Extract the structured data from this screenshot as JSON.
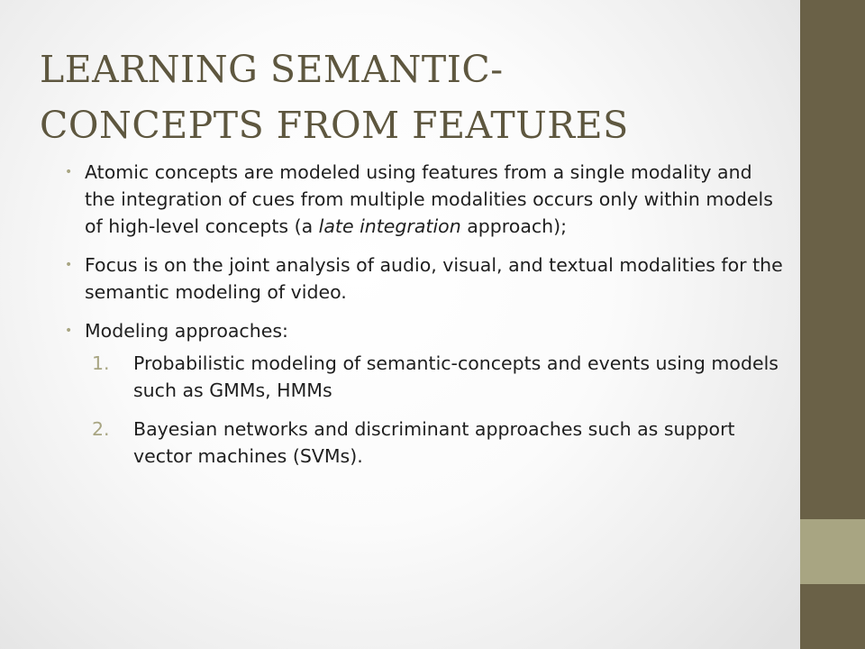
{
  "slide": {
    "title_line1": "LEARNING SEMANTIC-",
    "title_line2": "CONCEPTS FROM FEATURES",
    "bullet_marker": "•",
    "bullets": [
      {
        "text_before": "Atomic concepts are modeled using features from a single modality and the integration of cues from multiple modalities occurs only within models of high-level concepts (a ",
        "emphasis": "late integration",
        "text_after": " approach);"
      },
      {
        "text": "Focus is on the joint analysis of audio, visual, and textual modalities for the semantic modeling of video."
      },
      {
        "text": "Modeling approaches:",
        "sub_items": [
          {
            "number": "1.",
            "text": " Probabilistic modeling of semantic-concepts and events   using models such as  GMMs, HMMs"
          },
          {
            "number": "2.",
            "text": " Bayesian networks and discriminant  approaches such as support vector machines (SVMs)."
          }
        ]
      }
    ]
  },
  "colors": {
    "title": "#5e573f",
    "accent_dark": "#6a6147",
    "accent_light": "#a8a582",
    "body_text": "#1f1f1f"
  }
}
